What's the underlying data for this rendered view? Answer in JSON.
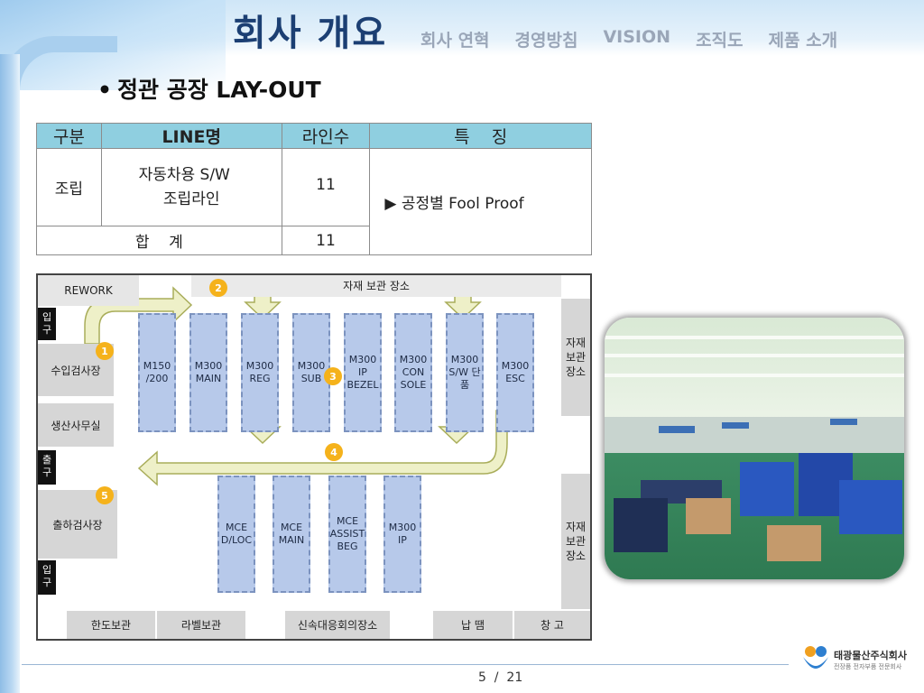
{
  "header": {
    "title": "회사 개요",
    "nav": [
      "회사 연혁",
      "경영방침",
      "VISION",
      "조직도",
      "제품 소개"
    ]
  },
  "subtitle": "정관 공장 LAY-OUT",
  "table": {
    "headers": [
      "구분",
      "LINE명",
      "라인수",
      "특    징"
    ],
    "row": {
      "category": "조립",
      "line_name_1": "자동차용 S/W",
      "line_name_2": "조립라인",
      "count": "11",
      "feature": "▶ 공정별 Fool Proof"
    },
    "total": {
      "label": "합    계",
      "count": "11"
    }
  },
  "layout": {
    "rework": "REWORK",
    "storage_top": "자재 보관 장소",
    "entrance_1": "입구",
    "entrance_2": "입구",
    "exit": "출구",
    "incoming_inspection": "수입검사장",
    "production_office": "생산사무실",
    "shipping_inspection": "출하검사장",
    "storage_right_1": "자재 보관 장소",
    "storage_right_2": "자재 보관 장소",
    "bottom": [
      "한도보관",
      "라벨보관",
      "신속대응회의장소",
      "납 땜",
      "창 고"
    ],
    "machines_top": [
      "M150 /200",
      "M300 MAIN",
      "M300 REG",
      "M300 SUB",
      "M300 IP BEZEL",
      "M300 CON SOLE",
      "M300 S/W 단품",
      "M300 ESC"
    ],
    "machines_bottom": [
      "MCE D/LOC",
      "MCE MAIN",
      "MCE ASSIST BEG",
      "M300 IP"
    ],
    "markers": [
      "1",
      "2",
      "3",
      "4",
      "5"
    ]
  },
  "footer": {
    "page": "5  /  21"
  },
  "logo": {
    "name": "태광물산주식회사",
    "sub": "전장품 전자부품 전문회사"
  },
  "colors": {
    "title": "#1c3f73",
    "table_header": "#8fcfe0",
    "machine": "#b7c9ea",
    "marker": "#f5b21b",
    "arrow": "#e8ecb8"
  }
}
